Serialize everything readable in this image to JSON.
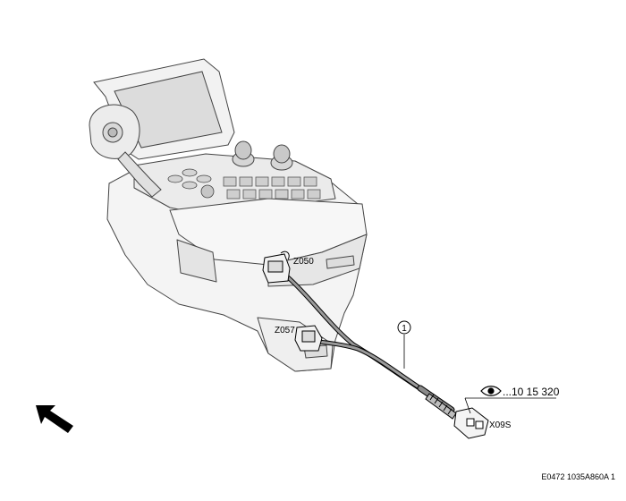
{
  "callouts": {
    "item_number": "1",
    "connector_top": "Z050",
    "connector_mid": "Z057",
    "connector_end": "X09S",
    "reference": "...10 15 320"
  },
  "footer": {
    "doc_code": "E0472 1035A860A 1"
  },
  "icons": {
    "view_reference": "eye-icon",
    "orientation": "direction-arrow-icon"
  }
}
